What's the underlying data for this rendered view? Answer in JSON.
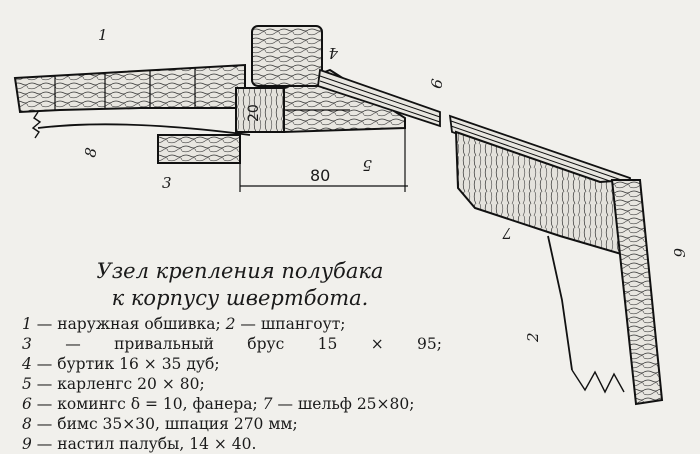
{
  "title": {
    "line1": "Узел   крепления   полубака",
    "line2": "к корпусу швертбота."
  },
  "legend": [
    {
      "num": "1",
      "text": "наружная обшивка;"
    },
    {
      "num": "2",
      "text": "шпангоут;"
    },
    {
      "num": "3",
      "text": "привальный брус 15 × 95;"
    },
    {
      "num": "4",
      "text": "буртик 16 × 35 дуб;"
    },
    {
      "num": "5",
      "text": "карленгс 20 × 80;"
    },
    {
      "num": "6",
      "text": "комингс δ = 10, фанера;"
    },
    {
      "num": "7",
      "text": "шельф 25×80;"
    },
    {
      "num": "8",
      "text": "бимс 35×30, шпация 270 мм;"
    },
    {
      "num": "9",
      "text": "настил палубы, 14 × 40."
    }
  ],
  "drawing": {
    "part_labels": [
      "1",
      "2",
      "3",
      "4",
      "5",
      "6",
      "7",
      "8",
      "9"
    ],
    "dimension_80": "80",
    "dimension_20": "20"
  }
}
